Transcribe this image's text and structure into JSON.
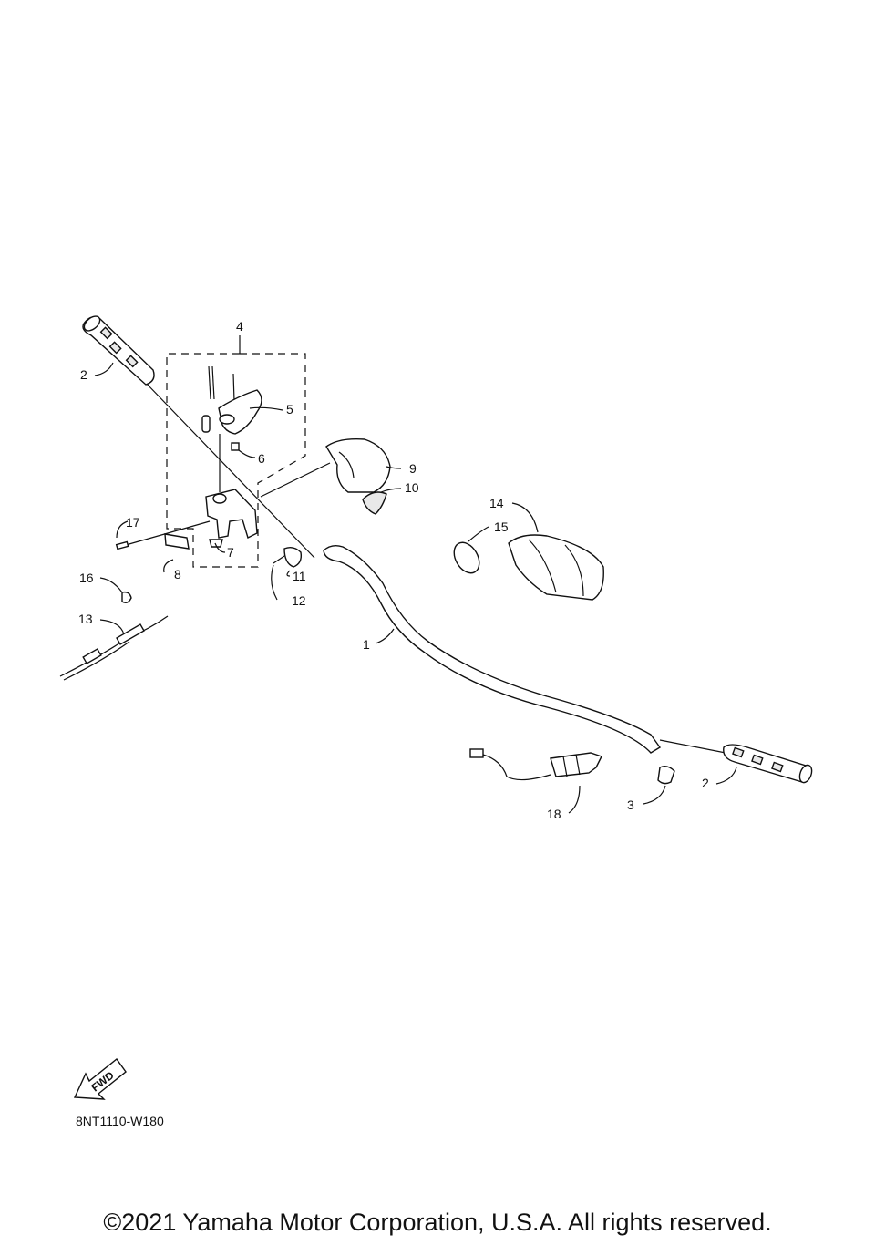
{
  "diagram": {
    "code": "8NT1110-W180",
    "copyright": "©2021 Yamaha Motor Corporation, U.S.A. All rights reserved.",
    "fwd_label": "FWD",
    "callouts": {
      "c1": "1",
      "c2a": "2",
      "c2b": "2",
      "c3": "3",
      "c4": "4",
      "c5": "5",
      "c6": "6",
      "c7": "7",
      "c8": "8",
      "c9": "9",
      "c10": "10",
      "c11": "11",
      "c12": "12",
      "c13": "13",
      "c14": "14",
      "c15": "15",
      "c16": "16",
      "c17": "17",
      "c18": "18"
    }
  }
}
